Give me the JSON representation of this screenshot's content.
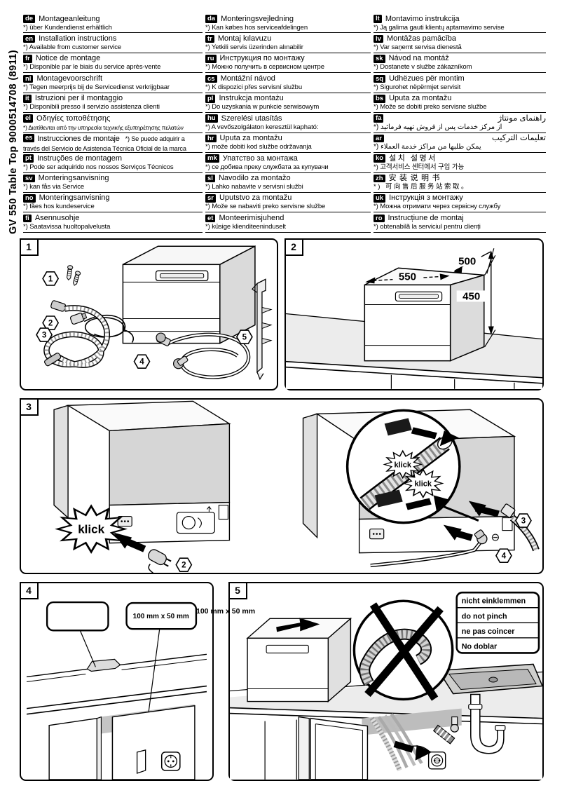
{
  "product": {
    "model": "GV 550 Table Top 9000514708 (8911)"
  },
  "header": {
    "col1": [
      {
        "code": "de",
        "title": "Montageanleitung",
        "note": "*) über Kundendienst erhältlich"
      },
      {
        "code": "en",
        "title": "Installation instructions",
        "note": "*) Available from customer service"
      },
      {
        "code": "fr",
        "title": "Notice de montage",
        "note": "*) Disponible par le biais du service après-vente"
      },
      {
        "code": "nl",
        "title": "Montagevoorschrift",
        "note": "*) Tegen meerprijs bij de Servicedienst verkrijgbaar"
      },
      {
        "code": "it",
        "title": "Istruzioni per il montaggio",
        "note": "*) Disponibili presso il servizio assistenza clienti"
      },
      {
        "code": "el",
        "title": "Οδηγίες τοποθέτησης",
        "note": "*) Διατίθενται από την υπηρεσία τεχνικής εξυπηρέτησης πελατών"
      },
      {
        "code": "es",
        "title": "Instrucciones de montaje",
        "note": "*) Se puede adquirir a través del Servicio de Asistencia Técnica Oficial de la marca"
      },
      {
        "code": "pt",
        "title": "Instruções de montagem",
        "note": "*) Pode ser adquirido nos nossos Serviços Técnicos"
      },
      {
        "code": "sv",
        "title": "Monteringsanvisning",
        "note": "*) kan fås via Service"
      },
      {
        "code": "no",
        "title": "Monteringsanvisning",
        "note": "*) fåes hos kundeservice"
      },
      {
        "code": "fi",
        "title": "Asennusohje",
        "note": "*) Saatavissa huoltopalvelusta"
      }
    ],
    "col2": [
      {
        "code": "da",
        "title": "Monteringsvejledning",
        "note": "*) Kan købes hos serviceafdelingen"
      },
      {
        "code": "tr",
        "title": "Montaj kılavuzu",
        "note": "*) Yetkili servis üzerinden alınabilir"
      },
      {
        "code": "ru",
        "title": "Инструкция по монтажу",
        "note": "*) Можно получить в сервисном центре"
      },
      {
        "code": "cs",
        "title": "Montážní návod",
        "note": "*) K dispozici přes servisní službu"
      },
      {
        "code": "pl",
        "title": "Instrukcja montażu",
        "note": "*) Do uzyskania w punkcie serwisowym"
      },
      {
        "code": "hu",
        "title": "Szerelési utasítás",
        "note": "*) A vevőszolgálaton keresztül kapható:"
      },
      {
        "code": "hr",
        "title": "Uputa za montažu",
        "note": "*) može dobiti kod službe održavanja"
      },
      {
        "code": "mk",
        "title": "Упатство за монтажа",
        "note": "*) се добива преку службата за купувачи"
      },
      {
        "code": "sl",
        "title": "Navodilo za montažo",
        "note": "*) Lahko nabavite v servisni službi"
      },
      {
        "code": "sr",
        "title": "Uputstvo za montažu",
        "note": "*) Može se nabaviti preko servisne službe"
      },
      {
        "code": "et",
        "title": "Monteerimisjuhend",
        "note": "*) küsige klienditeeninduselt"
      }
    ],
    "col3": [
      {
        "code": "lt",
        "title": "Montavimo instrukcija",
        "note": "*) Ją galima gauti klientų aptarnavimo servise"
      },
      {
        "code": "lv",
        "title": "Montāžas pamācība",
        "note": "*) Var saņemt servisa dienestā"
      },
      {
        "code": "sk",
        "title": "Návod na montáž",
        "note": "*) Dostanete v službe zákazníkom"
      },
      {
        "code": "sq",
        "title": "Udhëzues për montim",
        "note": "*) Sigurohet nëpërmjet servisit"
      },
      {
        "code": "bs",
        "title": "Uputa za montažu",
        "note": "*) Može se dobiti preko servisne službe"
      },
      {
        "code": "fa",
        "title": "راهنمای مونتاژ",
        "note": "*) از مرکز خدمات پس از فروش تهیه فرمائید"
      },
      {
        "code": "ar",
        "title": "تعليمات التركيب",
        "note": "*) يمكن طلبها من مراكز خدمة العملاء"
      },
      {
        "code": "ko",
        "title": "설치 설명서",
        "note": "*) 고객서비스 센터에서 구입 가능"
      },
      {
        "code": "zh",
        "title": "安装说明书",
        "note": "*) 可向售后服务站索取。"
      },
      {
        "code": "uk",
        "title": "Інструкція з монтажу",
        "note": "*) Можна отримати через сервісну службу"
      },
      {
        "code": "ro",
        "title": "Instrucțiune de montaj",
        "note": "*) obtenabilă la serviciul pentru clienți"
      }
    ]
  },
  "panels": {
    "p1": {
      "number": "1",
      "item1": "1",
      "item2": "2",
      "item3": "3",
      "item4": "4",
      "item5": "5"
    },
    "p2": {
      "number": "2",
      "dim_width": "550",
      "dim_depth": "500",
      "dim_height": "450"
    },
    "p3": {
      "number": "3",
      "klick_main": "klick",
      "klick_top": "klick",
      "klick_bottom": "klick",
      "ref_cord": "2",
      "ref_drain": "3",
      "ref_inlet": "4"
    },
    "p4": {
      "number": "4",
      "cutout_size": "100 mm x 50 mm",
      "cutout_size_2": "100 mm x 50 mm"
    },
    "p5": {
      "number": "5",
      "warning_de": "nicht einklemmen",
      "warning_en": "do not pinch",
      "warning_fr": "ne pas coincer",
      "warning_es": "No doblar"
    }
  }
}
